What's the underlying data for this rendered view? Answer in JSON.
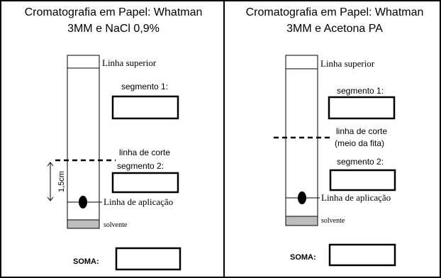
{
  "panels": [
    {
      "title_line1": "Cromatografia em Papel: Whatman",
      "title_line2": "3MM e NaCl 0,9%",
      "label_top": "Linha superior",
      "segment1": "segmento 1:",
      "cut_line": "linha de corte",
      "cut_note": "",
      "segment2": "segmento 2:",
      "distance": "1,5cm",
      "application": "Linha de aplicação",
      "solvent": "solvente",
      "sum_label": "SOMA:"
    },
    {
      "title_line1": "Cromatografia em Papel: Whatman",
      "title_line2": "3MM e Acetona PA",
      "label_top": "Linha superior",
      "segment1": "segmento 1:",
      "cut_line": "linha de corte",
      "cut_note": "(meio da fita)",
      "segment2": "segmento 2:",
      "application": "Linha de aplicação",
      "solvent": "solvente",
      "sum_label": "SOMA:"
    }
  ]
}
